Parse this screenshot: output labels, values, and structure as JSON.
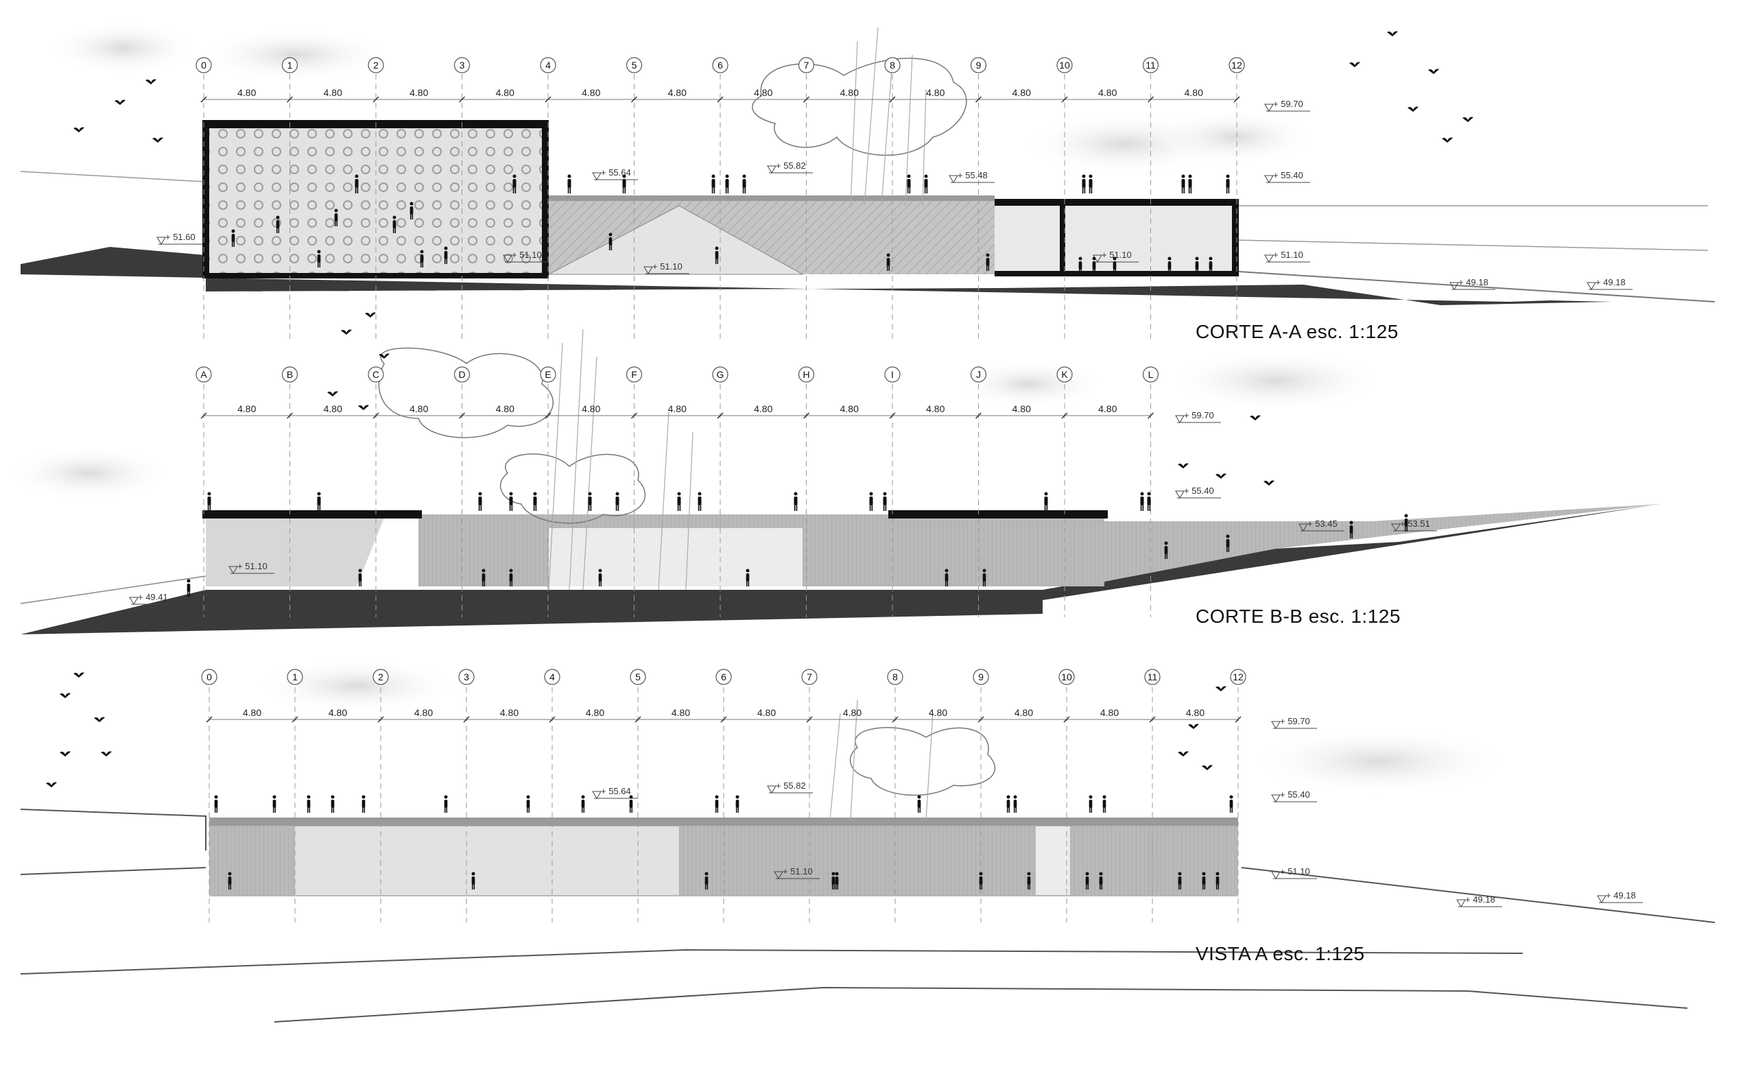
{
  "drawing_titles": {
    "section_a": "CORTE A-A  esc. 1:125",
    "section_b": "CORTE B-B  esc. 1:125",
    "elevation_a": "VISTA A  esc. 1:125"
  },
  "section_a": {
    "grid_labels": [
      "0",
      "1",
      "2",
      "3",
      "4",
      "5",
      "6",
      "7",
      "8",
      "9",
      "10",
      "11",
      "12"
    ],
    "bay_dimension": "4.80",
    "levels": [
      "+ 59.70",
      "+ 55.40",
      "+ 55.64",
      "+ 55.82",
      "+ 55.48",
      "+ 51.60",
      "+ 51.10",
      "+ 51.10",
      "+ 51.10",
      "+ 51.10",
      "+ 49.18",
      "+ 49.18"
    ]
  },
  "section_b": {
    "grid_labels": [
      "A",
      "B",
      "C",
      "D",
      "E",
      "F",
      "G",
      "H",
      "I",
      "J",
      "K",
      "L"
    ],
    "bay_dimension": "4.80",
    "levels": [
      "+ 59.70",
      "+ 55.40",
      "+ 53.45",
      "+ 53.51",
      "+ 51.10",
      "+ 49.41"
    ]
  },
  "elevation_a": {
    "grid_labels": [
      "0",
      "1",
      "2",
      "3",
      "4",
      "5",
      "6",
      "7",
      "8",
      "9",
      "10",
      "11",
      "12"
    ],
    "bay_dimension": "4.80",
    "levels": [
      "+ 59.70",
      "+ 55.40",
      "+ 55.64",
      "+ 55.82",
      "+ 51.10",
      "+ 51.10",
      "+ 49.18",
      "+ 49.18"
    ]
  },
  "colors": {
    "ink": "#111111",
    "ground": "#3a3a3a",
    "concrete": "#bdbdbd",
    "concrete_dark": "#9a9a9a",
    "glass": "#e8e8e8",
    "dash": "#9a9a9a",
    "cloud": "#e4e4e4"
  }
}
